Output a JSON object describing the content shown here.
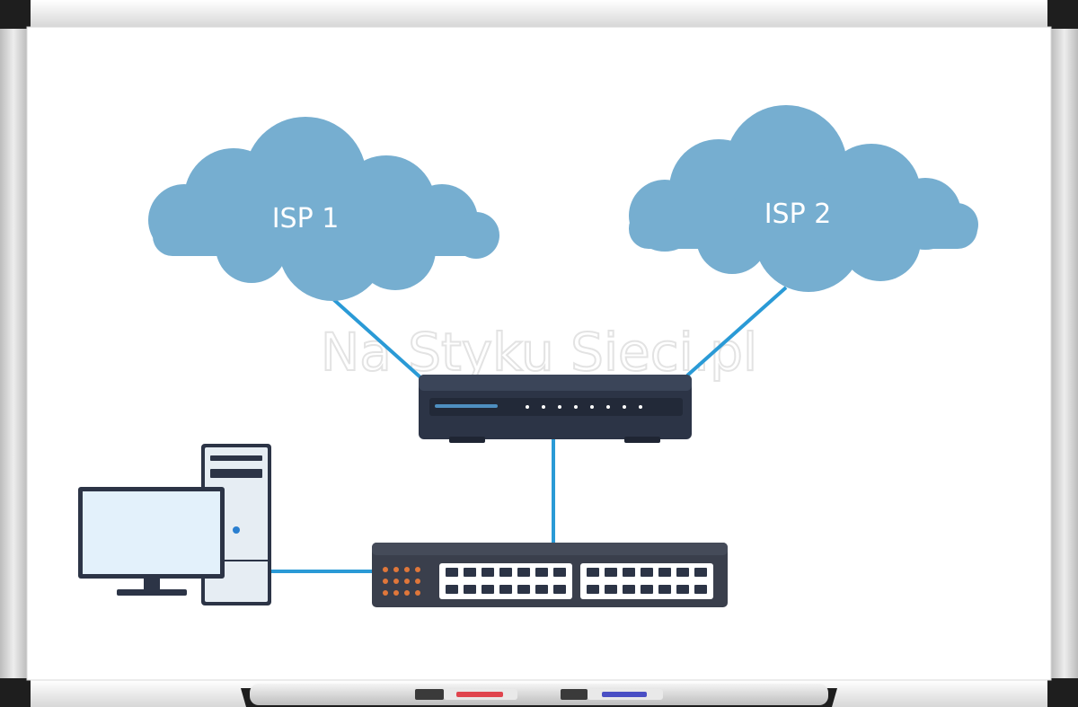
{
  "diagram": {
    "clouds": [
      {
        "id": "isp1",
        "label": "ISP 1"
      },
      {
        "id": "isp2",
        "label": "ISP 2"
      }
    ],
    "devices": [
      {
        "id": "router",
        "type": "router"
      },
      {
        "id": "switch",
        "type": "switch"
      },
      {
        "id": "computer",
        "type": "desktop-computer"
      }
    ],
    "links": [
      {
        "from": "isp1",
        "to": "router"
      },
      {
        "from": "isp2",
        "to": "router"
      },
      {
        "from": "router",
        "to": "switch"
      },
      {
        "from": "switch",
        "to": "computer"
      }
    ],
    "watermark": "Na Styku Sieci.pl"
  },
  "colors": {
    "cloud": "#76aed0",
    "cloud_text": "#ffffff",
    "link": "#2a9ad6",
    "device_dark": "#2c3446",
    "switch_body": "#3a3f4c",
    "led_orange": "#e0773a",
    "monitor_screen": "#e3f1fb",
    "tower": "#e6edf3",
    "frame": "#1e1e1e",
    "marker_red": "#e0454e",
    "marker_blue": "#4a4fc4"
  },
  "icons": [
    "cloud-icon",
    "router-icon",
    "switch-icon",
    "monitor-icon",
    "pc-tower-icon",
    "marker-icon"
  ]
}
